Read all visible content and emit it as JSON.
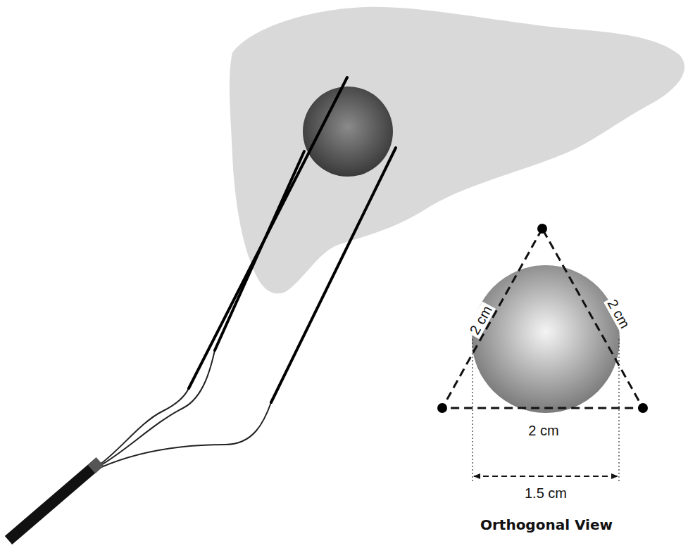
{
  "diagram": {
    "labels": [
      "2 cm",
      "2 cm",
      "2 cm",
      "1.5 cm",
      "Orthogonal View"
    ]
  }
}
